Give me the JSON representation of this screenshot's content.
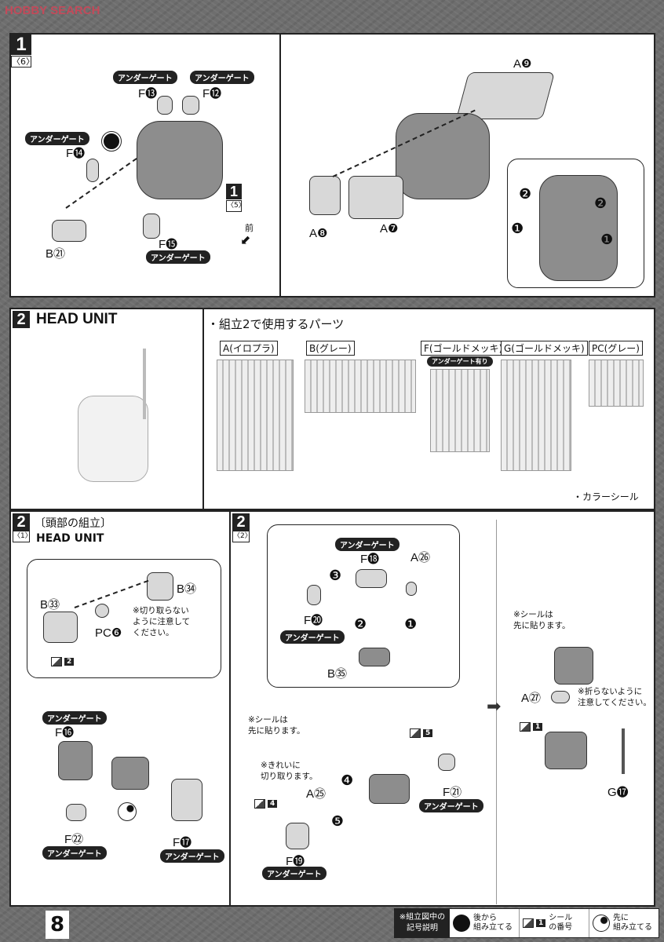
{
  "watermark": "HOBBY SEARCH",
  "under_gate": "アンダーゲート",
  "step1": {
    "number": "1",
    "sub": "〈6〉",
    "ref_number": "1",
    "ref_sub": "〈5〉",
    "front": "前",
    "parts": {
      "f13": "F⓭",
      "f12": "F⓬",
      "f14": "F⓮",
      "f15": "F⓯",
      "b21": "B㉑",
      "a9": "A❾",
      "a8": "A❽",
      "a7": "A❼"
    },
    "arrows": {
      "n2": "❷",
      "n1": "❶"
    }
  },
  "step2": {
    "number": "2",
    "title": "HEAD UNIT",
    "parts_heading": "・組立2で使用するパーツ",
    "runners": [
      {
        "label": "A(イロプラ)"
      },
      {
        "label": "B(グレー)"
      },
      {
        "label": "F(ゴールドメッキ)",
        "badge": "アンダーゲート有り"
      },
      {
        "label": "G(ゴールドメッキ)"
      },
      {
        "label": "PC(グレー)"
      }
    ],
    "color_seal": "・カラーシール"
  },
  "step2_1": {
    "number": "2",
    "sub": "〈1〉",
    "title_jp": "〔頭部の組立〕",
    "title": "HEAD UNIT",
    "parts": {
      "b33": "B㉝",
      "b34": "B㉞",
      "pc6": "PC❻",
      "f16": "F⓰",
      "f22": "F㉒",
      "f17": "F⓱"
    },
    "note": "※切り取らない\nように注意して\nください。",
    "sticker": "2"
  },
  "step2_2": {
    "number": "2",
    "sub": "〈2〉",
    "parts": {
      "f18": "F⓲",
      "a26": "A㉖",
      "f20": "F⓴",
      "b35": "B㉟",
      "a25": "A㉕",
      "f21": "F㉑",
      "f19": "F⓳",
      "a27": "A㉗",
      "g17": "G⓱"
    },
    "steps": {
      "s1": "❶",
      "s2": "❷",
      "s3": "❸",
      "s4": "❹",
      "s5": "❺"
    },
    "note_seal": "※シールは\n先に貼ります。",
    "note_cut": "※きれいに\n切り取ります。",
    "note_seal2": "※シールは\n先に貼ります。",
    "note_fold": "※折らないように\n注意してください。",
    "stickers": {
      "s5": "5",
      "s4": "4",
      "s1": "1"
    }
  },
  "footer": {
    "page": "8",
    "legend_title": "※組立図中の\n記号説明",
    "legend": [
      {
        "label": "後から\n組み立てる"
      },
      {
        "num": "1",
        "label": "シール\nの番号"
      },
      {
        "label": "先に\n組み立てる"
      }
    ]
  }
}
